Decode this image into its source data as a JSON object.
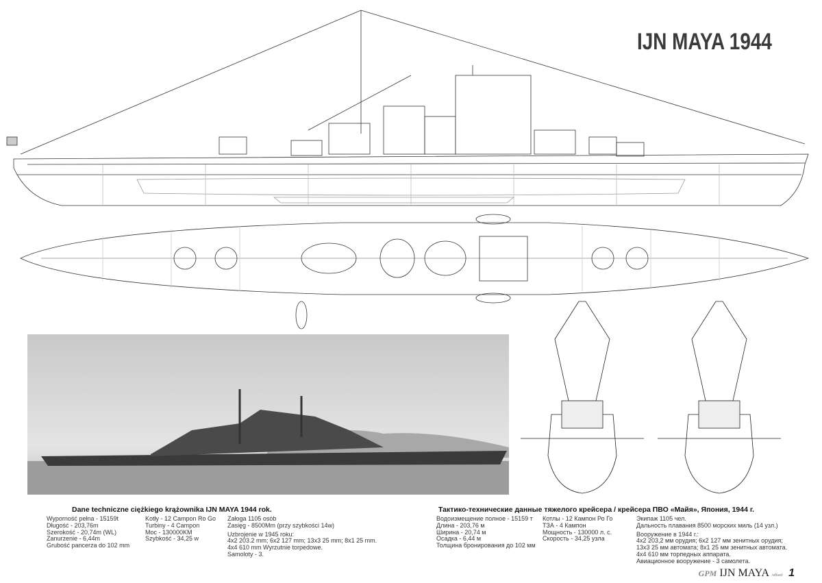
{
  "title": "IJN MAYA 1944",
  "polish": {
    "heading": "Dane techniczne ciężkiego krążownika IJN MAYA 1944 rok.",
    "col1": [
      "Wyporność pełna - 15159t",
      "Długość - 203,76m",
      "Szerokość - 20,74m (WL)",
      "Zanurzenie - 6,44m",
      "Grubość pancerza do 102 mm"
    ],
    "col2": [
      "Kotły - 12 Campon Ro Go",
      "Turbiny - 4 Campon",
      "Moc - 130000KM",
      "Szybkość - 34,25 w"
    ],
    "col3a": [
      "Załoga 1105 osób",
      "Zasięg - 8500Mm (przy szybkości 14w)"
    ],
    "col3b": [
      "Uzbrojenie w 1945 roku:",
      "4x2 203.2 mm; 6x2 127 mm;  13x3 25 mm; 8x1 25 mm.",
      "4x4 610 mm Wyrzutnie torpedowe.",
      "Samoloty - 3."
    ]
  },
  "russian": {
    "heading": "Тактико-технические данные тяжелого крейсера / крейсера ПВО «Майя», Япония, 1944 г.",
    "col1": [
      "Водоизмещение полное - 15159 т",
      "Длина - 203,76 м",
      "Ширина - 20,74 м",
      "Осадка - 6,44 м",
      "Толщина бронирования до 102 мм"
    ],
    "col2": [
      "Котлы - 12 Кампон Ро Го",
      "ТЗА - 4 Кампон",
      "Мощность - 130000 л. с.",
      "Скорость - 34,25 узла"
    ],
    "col3a": [
      "Экипаж 1105 чел.",
      "Дальность плавания 8500 морских миль (14 узл.)"
    ],
    "col3b": [
      "Вооружение в 1944 г.:",
      "4x2 203,2 мм орудия; 6x2 127 мм зенитных орудия;",
      "13x3 25 мм автомата; 8x1 25 мм зенитных автомата.",
      "4x4 610 мм торпедных аппарата.",
      "Авиационное вооружение - 3 самолета."
    ]
  },
  "footer": {
    "brand": "GPM",
    "name": "IJN MAYA",
    "tag": "/offset/",
    "page": "1"
  }
}
